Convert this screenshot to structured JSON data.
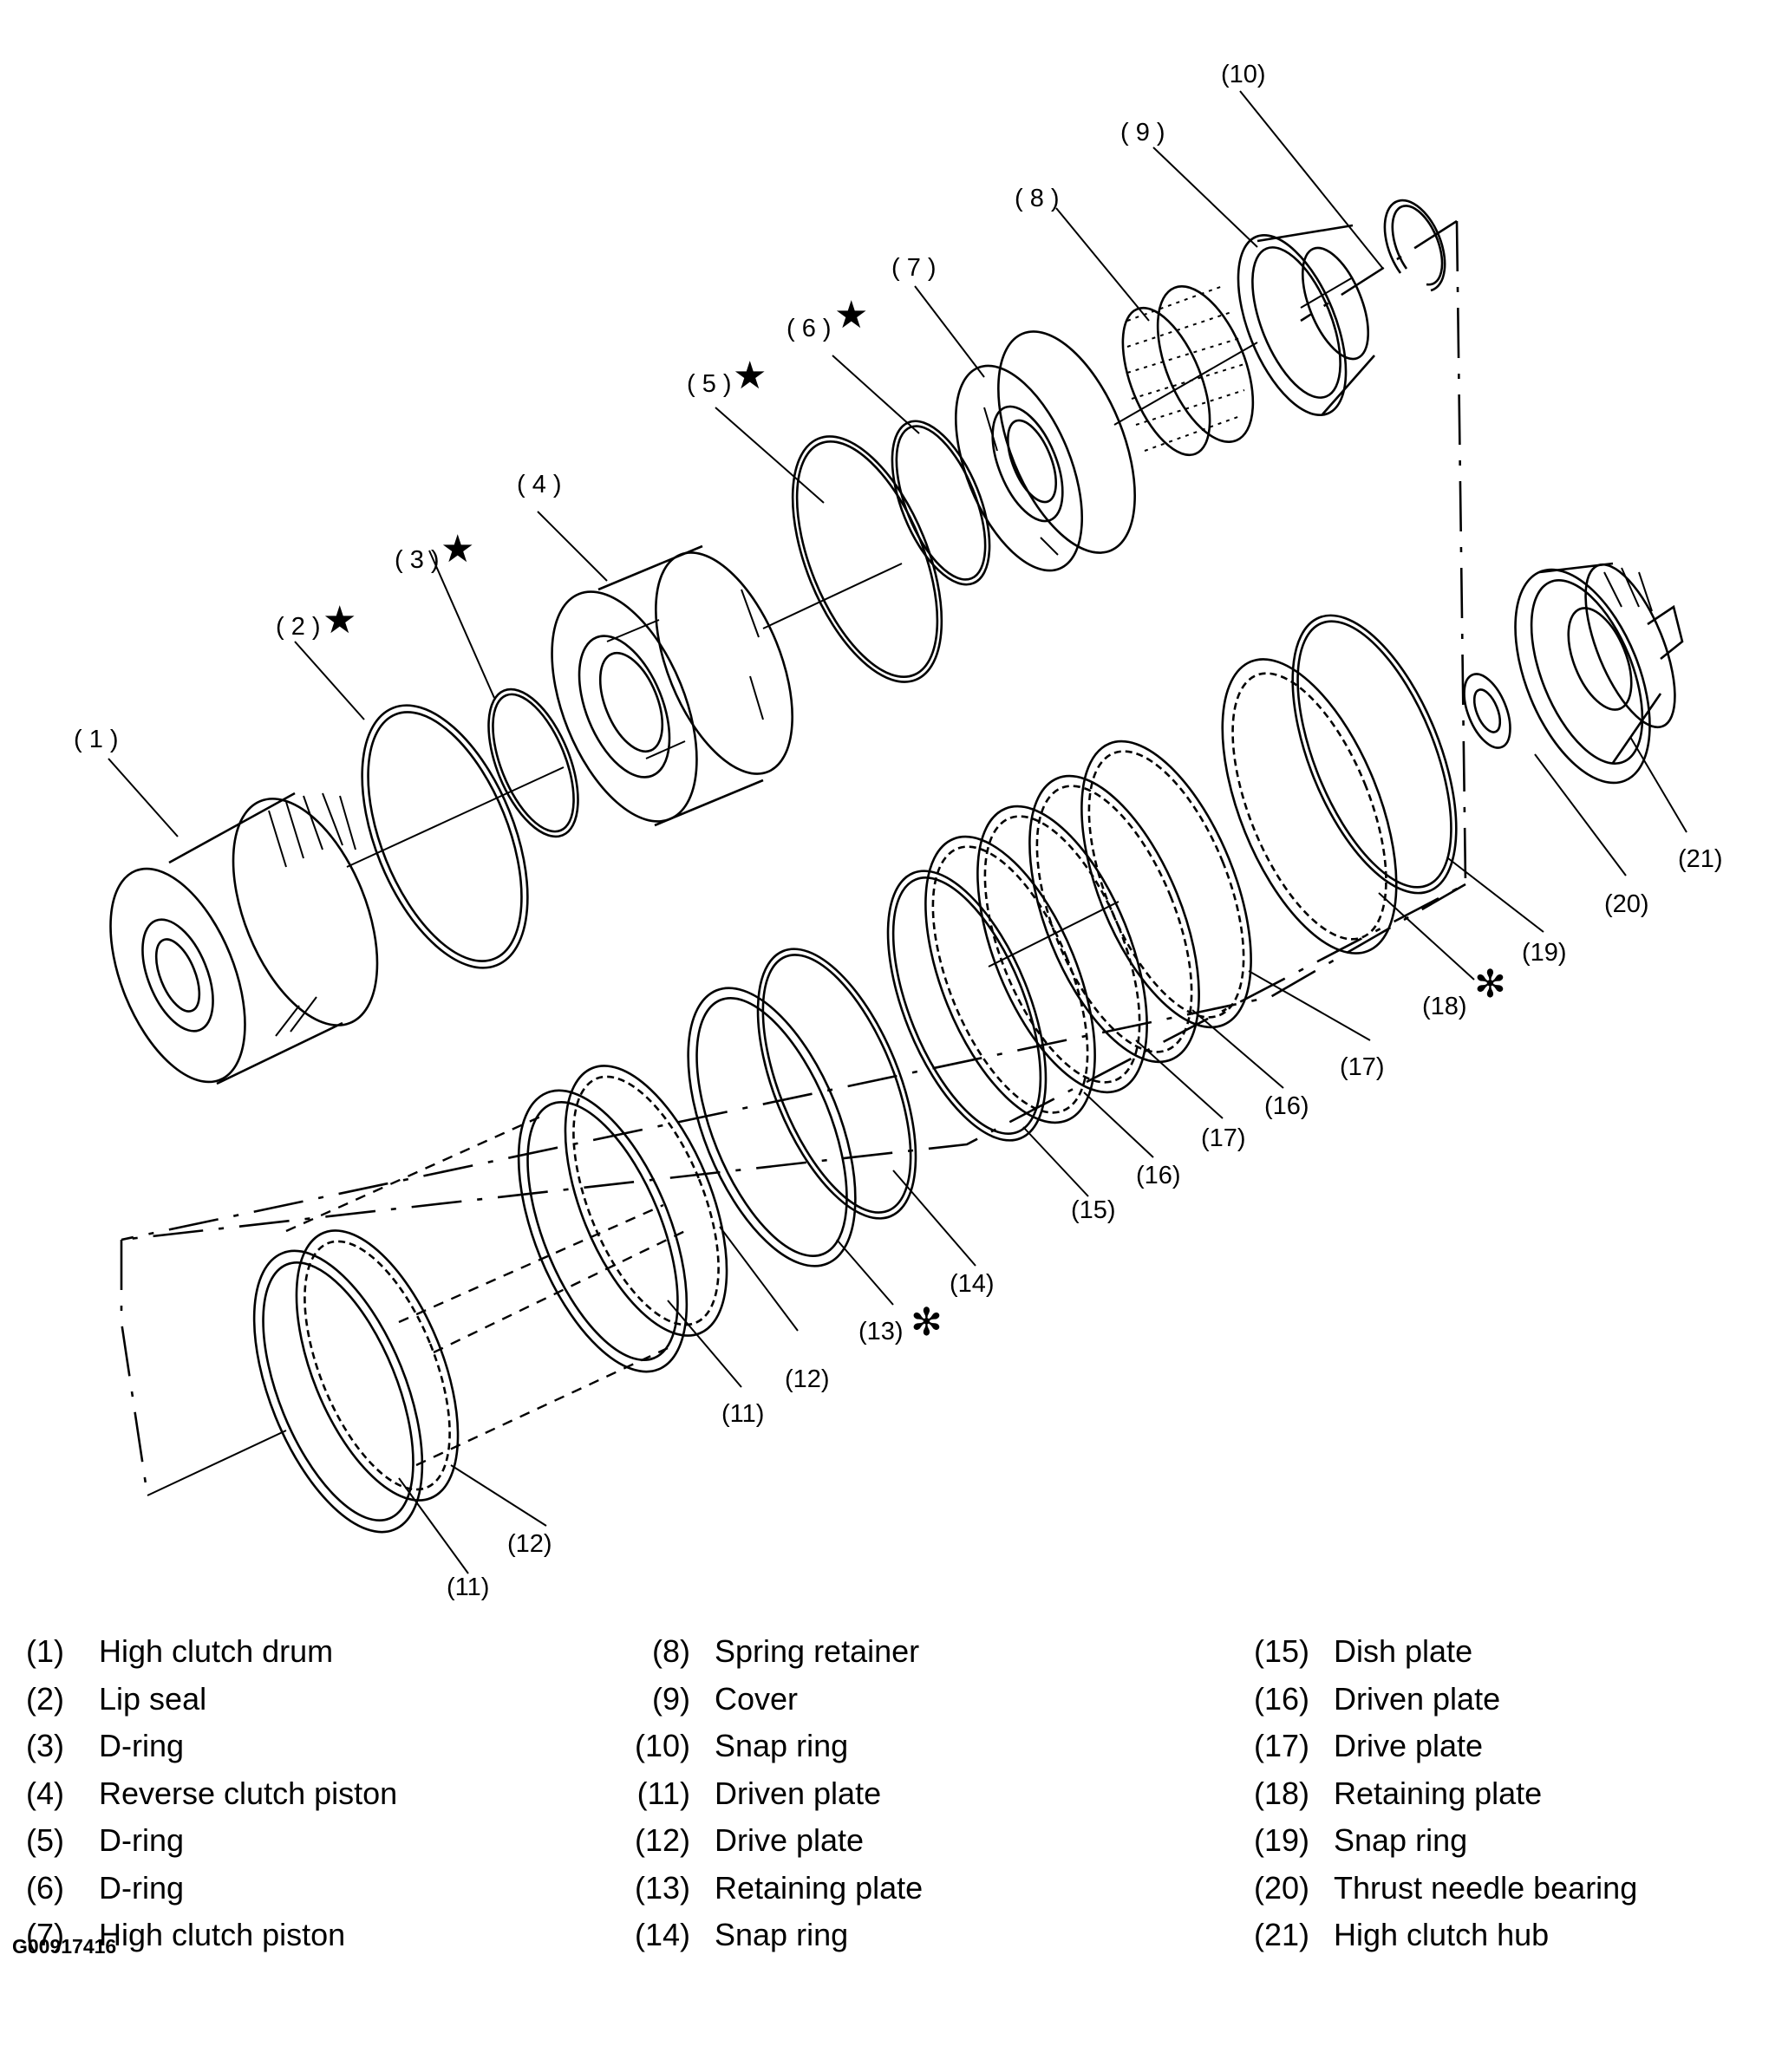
{
  "callouts": {
    "c1": "( 1 )",
    "c2": "( 2 )",
    "c3": "( 3 )",
    "c4": "( 4 )",
    "c5": "( 5 )",
    "c6": "( 6 )",
    "c7": "( 7 )",
    "c8": "( 8 )",
    "c9": "( 9 )",
    "c10": "(10)",
    "c11a": "(11)",
    "c11b": "(11)",
    "c12a": "(12)",
    "c12b": "(12)",
    "c13": "(13)",
    "c14": "(14)",
    "c15": "(15)",
    "c16a": "(16)",
    "c16b": "(16)",
    "c17a": "(17)",
    "c17b": "(17)",
    "c18": "(18)",
    "c19": "(19)",
    "c20": "(20)",
    "c21": "(21)"
  },
  "markers": {
    "star": "★",
    "asterisk": "✻"
  },
  "legend": [
    [
      {
        "num": "(1)",
        "label": "High clutch drum"
      },
      {
        "num": "(2)",
        "label": "Lip seal"
      },
      {
        "num": "(3)",
        "label": "D-ring"
      },
      {
        "num": "(4)",
        "label": "Reverse clutch piston"
      },
      {
        "num": "(5)",
        "label": "D-ring"
      },
      {
        "num": "(6)",
        "label": "D-ring"
      },
      {
        "num": "(7)",
        "label": "High clutch piston"
      }
    ],
    [
      {
        "num": "(8)",
        "label": "Spring retainer"
      },
      {
        "num": "(9)",
        "label": "Cover"
      },
      {
        "num": "(10)",
        "label": "Snap ring"
      },
      {
        "num": "(11)",
        "label": "Driven plate"
      },
      {
        "num": "(12)",
        "label": "Drive plate"
      },
      {
        "num": "(13)",
        "label": "Retaining plate"
      },
      {
        "num": "(14)",
        "label": "Snap ring"
      }
    ],
    [
      {
        "num": "(15)",
        "label": "Dish plate"
      },
      {
        "num": "(16)",
        "label": "Driven plate"
      },
      {
        "num": "(17)",
        "label": "Drive plate"
      },
      {
        "num": "(18)",
        "label": "Retaining plate"
      },
      {
        "num": "(19)",
        "label": "Snap ring"
      },
      {
        "num": "(20)",
        "label": "Thrust needle bearing"
      },
      {
        "num": "(21)",
        "label": "High clutch hub"
      }
    ]
  ],
  "figure_id": "G00917416"
}
